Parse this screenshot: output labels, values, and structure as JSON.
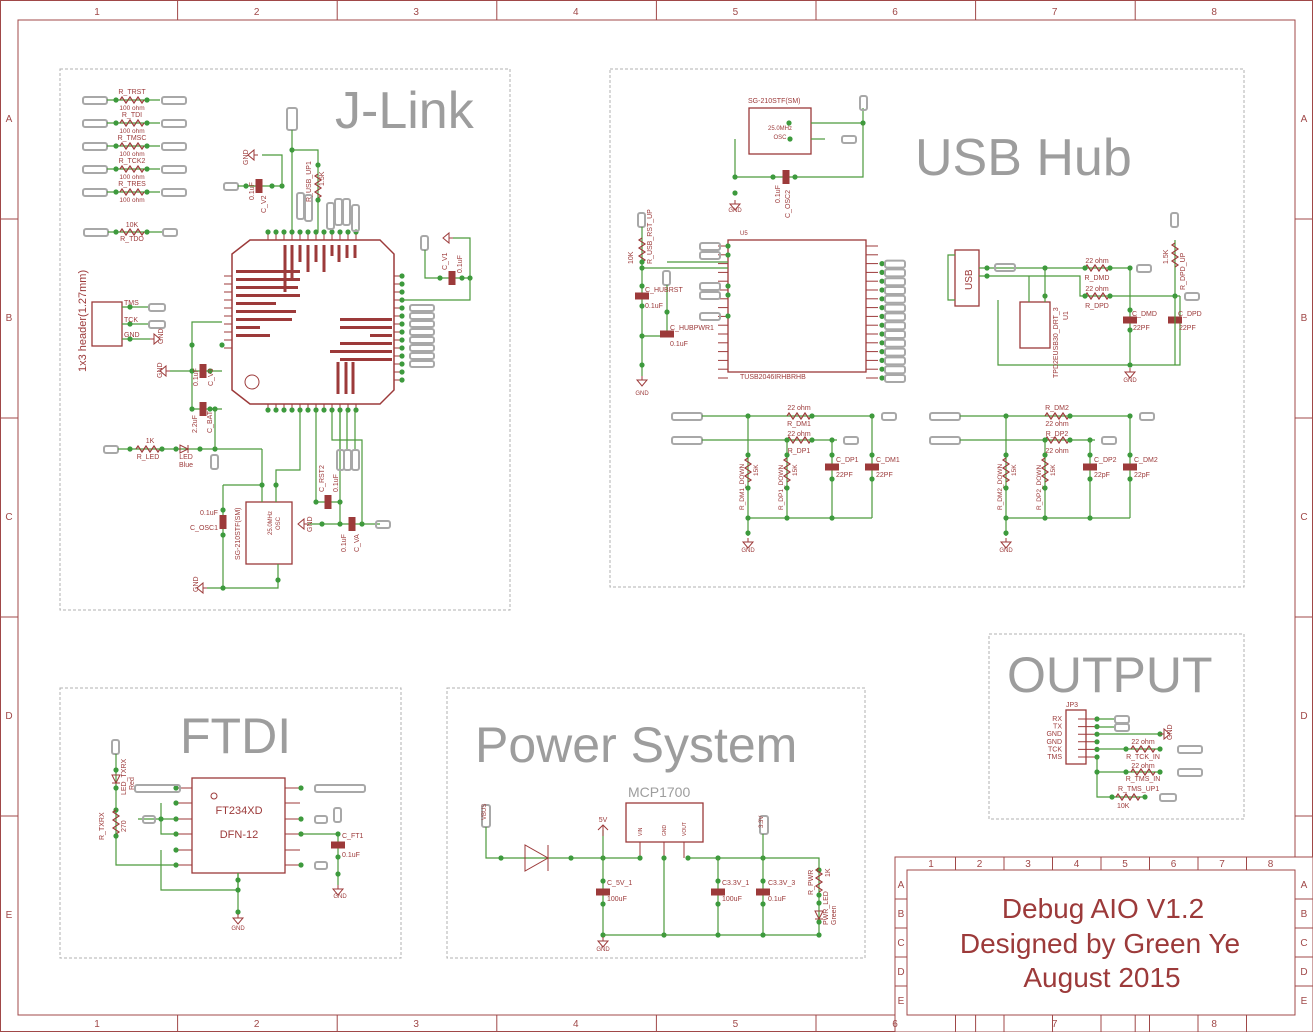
{
  "frame": {
    "columns": [
      "1",
      "2",
      "3",
      "4",
      "5",
      "6",
      "7",
      "8"
    ],
    "rows": [
      "A",
      "B",
      "C",
      "D",
      "E"
    ]
  },
  "colors": {
    "frame": "#a04848",
    "wire": "#4c9a3c",
    "junction": "#3d9a3d",
    "section_title": "#9d9d9d",
    "component": "#9c3a3a",
    "connector": "#a8a8a8"
  },
  "jlink": {
    "title": "J-Link",
    "resistors": [
      {
        "name": "R_TRST",
        "value": "100 ohm"
      },
      {
        "name": "R_TDI",
        "value": "100 ohm"
      },
      {
        "name": "R_TMSC",
        "value": "100 ohm"
      },
      {
        "name": "R_TCK2",
        "value": "100 ohm"
      },
      {
        "name": "R_TRES",
        "value": "100 ohm"
      }
    ],
    "r_tdo": {
      "name": "R_TDO",
      "value": "10K"
    },
    "header": {
      "label": "1x3 header(1.27mm)",
      "pins": [
        "TMS",
        "TCK",
        "GND"
      ]
    },
    "c_v2": {
      "name": "C_V2",
      "value": "0.1uF"
    },
    "r_usb_up1": {
      "name": "R_USB_UP1",
      "value": "1.5K"
    },
    "c_v1": {
      "name": "C_V1",
      "value": "0.1uF"
    },
    "c_v3": {
      "name": "C_V3",
      "value": "0.1uF"
    },
    "c_bat": {
      "name": "C_BAT",
      "value": "2.2uF"
    },
    "r_led": {
      "name": "R_LED",
      "value": "1K"
    },
    "led": {
      "name": "LED",
      "value": "Blue"
    },
    "c_osc1": {
      "name": "C_OSC1",
      "value": "0.1uF"
    },
    "osc": {
      "part": "SG-210STF(SM)",
      "label": "25.0MHz",
      "sub": "OSC"
    },
    "c_rst2": {
      "name": "C_RST2",
      "value": "0.1uF"
    },
    "c_va": {
      "name": "C_VA",
      "value": "0.1uF"
    },
    "gnd": "GND"
  },
  "usb_hub": {
    "title": "USB Hub",
    "osc": {
      "part": "SG-210STF(SM)",
      "label": "25.0MHz",
      "sub": "OSC"
    },
    "c_osc2": {
      "name": "C_OSC2",
      "value": "0.1uF"
    },
    "hub": {
      "ref": "U5",
      "part": "TUSB2046IRHBRHB"
    },
    "r_rst_up": {
      "name": "R_USB_RST_UP",
      "value": "10K"
    },
    "c_hubrst": {
      "name": "C_HUBRST",
      "value": "0.1uF"
    },
    "c_hubpwr1": {
      "name": "C_HUBPWR1",
      "value": "0.1uF"
    },
    "usb_connector": "USB",
    "esd": {
      "ref": "U1",
      "part": "TPD2EUSB30_DRT_3"
    },
    "r_dmd": {
      "name": "R_DMD",
      "value": "22 ohm"
    },
    "r_dpd": {
      "name": "R_DPD",
      "value": "22 ohm"
    },
    "r_dpd_up": {
      "name": "R_DPD_UP",
      "value": "1.5K"
    },
    "c_dmd": {
      "name": "C_DMD",
      "value": "22PF"
    },
    "c_dpd": {
      "name": "C_DPD",
      "value": "22PF"
    },
    "port1": {
      "r_dm": {
        "name": "R_DM1",
        "value": "22 ohm"
      },
      "r_dp": {
        "name": "R_DP1",
        "value": "22 ohm"
      },
      "r_dm_down": {
        "name": "R_DM1_DOWN",
        "value": "15K"
      },
      "r_dp_down": {
        "name": "R_DP1_DOWN",
        "value": "15K"
      },
      "c_dp": {
        "name": "C_DP1",
        "value": "22PF"
      },
      "c_dm": {
        "name": "C_DM1",
        "value": "22PF"
      }
    },
    "port2": {
      "r_dm": {
        "name": "R_DM2",
        "value": "22 ohm"
      },
      "r_dp": {
        "name": "R_DP2",
        "value": "22 ohm"
      },
      "r_dm_down": {
        "name": "R_DM2_DOWN",
        "value": "15K"
      },
      "r_dp_down": {
        "name": "R_DP2_DOWN",
        "value": "15K"
      },
      "c_dp": {
        "name": "C_DP2",
        "value": "22pF"
      },
      "c_dm": {
        "name": "C_DM2",
        "value": "22pF"
      }
    },
    "gnd": "GND"
  },
  "output": {
    "title": "OUTPUT",
    "header": {
      "ref": "JP3",
      "pins": [
        "RX",
        "TX",
        "GND",
        "GND",
        "TCK",
        "TMS"
      ]
    },
    "r_tck_in": {
      "name": "R_TCK_IN",
      "value": "22 ohm"
    },
    "r_tms_in": {
      "name": "R_TMS_IN",
      "value": "22 ohm"
    },
    "r_tms_up1": {
      "name": "R_TMS_UP1",
      "value": "10K"
    },
    "gnd": "GND"
  },
  "ftdi": {
    "title": "FTDI",
    "chip": {
      "part": "FT234XD",
      "package": "DFN-12"
    },
    "led": {
      "name": "LED_TXRX",
      "value": "Red"
    },
    "r_txrx": {
      "name": "R_TXRX",
      "value": "270"
    },
    "c_ft1": {
      "name": "C_FT1",
      "value": "0.1uF"
    },
    "gnd": "GND"
  },
  "power": {
    "title": "Power System",
    "regulator": {
      "part": "MCP1700",
      "pins": [
        "VIN",
        "GND",
        "VOUT"
      ]
    },
    "vbus": "VBUS",
    "v5": "5V",
    "v33": "3.3V",
    "c_5v_1": {
      "name": "C_5V_1",
      "value": "100uF"
    },
    "c33_1": {
      "name": "C3.3V_1",
      "value": "100uF"
    },
    "c33_3": {
      "name": "C3.3V_3",
      "value": "0.1uF"
    },
    "r_pwr": {
      "name": "R_PWR",
      "value": "1K"
    },
    "pwr_led": {
      "name": "PWR_LED",
      "value": "Green"
    },
    "gnd": "GND"
  },
  "title_block": {
    "lines": [
      "Debug AIO V1.2",
      "Designed by Green Ye",
      "August 2015"
    ],
    "columns": [
      "1",
      "2",
      "3",
      "4",
      "5",
      "6",
      "7",
      "8"
    ],
    "rows": [
      "A",
      "B",
      "C",
      "D",
      "E"
    ]
  }
}
